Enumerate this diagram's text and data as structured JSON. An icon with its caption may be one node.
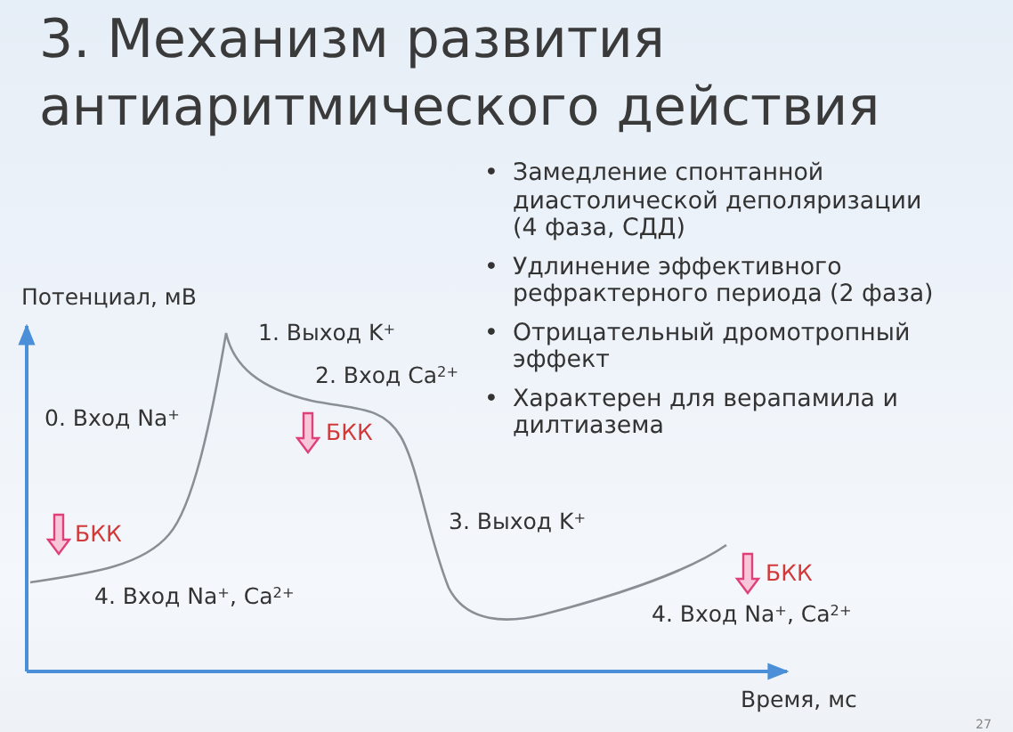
{
  "diagram": {
    "title": "3. Механизм развития антиаритмического действия",
    "labels": [
      "•",
      "Замедление спонтанной диастолической деполяризации (4 фаза, СДД)",
      "•",
      "Удлинение эффективного рефрактерного периода (2 фаза)",
      "•",
      "Отрицательный дромотропный эффект",
      "•",
      "Характерен для верапамила и дилтиазема",
      "Потенциал, мВ",
      "1. Выход K$^{+}$",
      "2. Вход Ca$^{2+}$",
      "0. Вход Na$^{+}$",
      "БКК",
      "БКК",
      "3. Выход K$^{+}$",
      "4. Вход Na$^{+}$, Ca$^{2+}$",
      "БКК",
      "4. Вход Na$^{+}$, Ca$^{2+}$",
      "Время, мс",
      "27"
    ]
  }
}
